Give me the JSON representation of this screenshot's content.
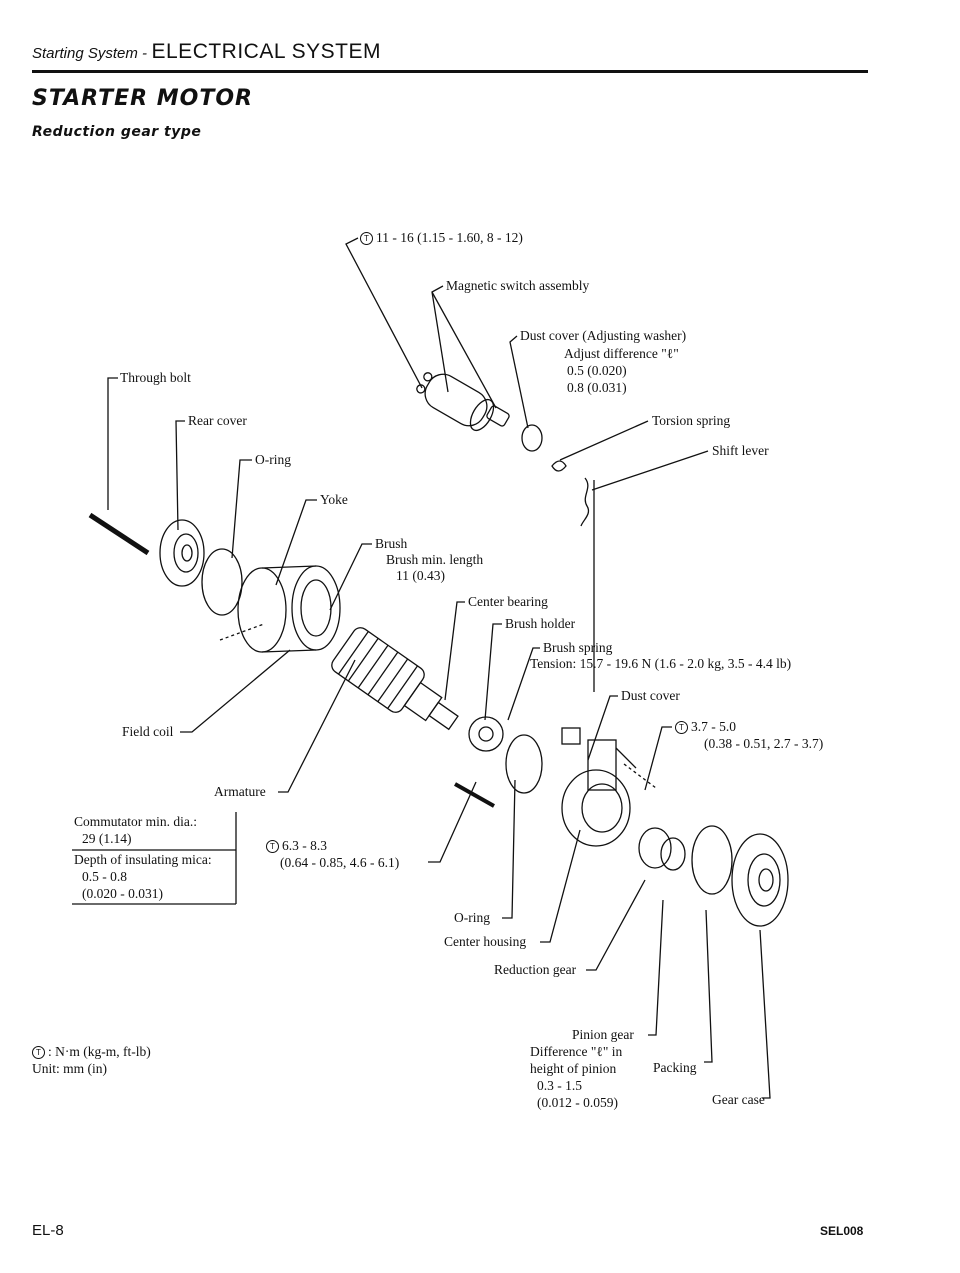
{
  "header": {
    "section": "Starting System -",
    "title": "ELECTRICAL SYSTEM"
  },
  "page_title": "STARTER MOTOR",
  "subtitle": "Reduction gear type",
  "labels": {
    "torque_top": "11 - 16 (1.15 - 1.60, 8 - 12)",
    "magnetic_switch": "Magnetic switch assembly",
    "dust_cover_adj": "Dust cover (Adjusting washer)",
    "adjust_diff": "Adjust difference \"ℓ\"",
    "adjust_v1": "0.5 (0.020)",
    "adjust_v2": "0.8 (0.031)",
    "through_bolt": "Through bolt",
    "rear_cover": "Rear cover",
    "torsion_spring": "Torsion spring",
    "o_ring_top": "O-ring",
    "shift_lever": "Shift lever",
    "yoke": "Yoke",
    "brush": "Brush",
    "brush_min": "Brush min. length",
    "brush_min_v": "11 (0.43)",
    "center_bearing": "Center bearing",
    "brush_holder": "Brush holder",
    "brush_spring": "Brush spring",
    "tension": "Tension:  15.7 - 19.6 N (1.6 - 2.0 kg, 3.5 - 4.4 lb)",
    "dust_cover": "Dust cover",
    "torque_right_1": "3.7 - 5.0",
    "torque_right_2": "(0.38 - 0.51, 2.7 - 3.7)",
    "field_coil": "Field coil",
    "armature": "Armature",
    "comm_1": "Commutator min. dia.:",
    "comm_2": "29 (1.14)",
    "mica_1": "Depth of insulating mica:",
    "mica_2": "0.5 - 0.8",
    "mica_3": "(0.020 - 0.031)",
    "torque_mid_1": "6.3 - 8.3",
    "torque_mid_2": "(0.64 - 0.85, 4.6 - 6.1)",
    "o_ring_bottom": "O-ring",
    "center_housing": "Center housing",
    "reduction_gear": "Reduction gear",
    "pinion_gear": "Pinion gear",
    "pinion_diff_1": "Difference \"ℓ\" in",
    "pinion_diff_2": "height of pinion",
    "pinion_diff_3": "0.3 - 1.5",
    "pinion_diff_4": "(0.012 - 0.059)",
    "packing": "Packing",
    "gear_case": "Gear case",
    "legend_units": ":  N·m (kg-m, ft-lb)",
    "legend_unit2": "Unit:  mm (in)",
    "torque_symbol": "T"
  },
  "footer": {
    "page": "EL-8",
    "code": "SEL008"
  }
}
